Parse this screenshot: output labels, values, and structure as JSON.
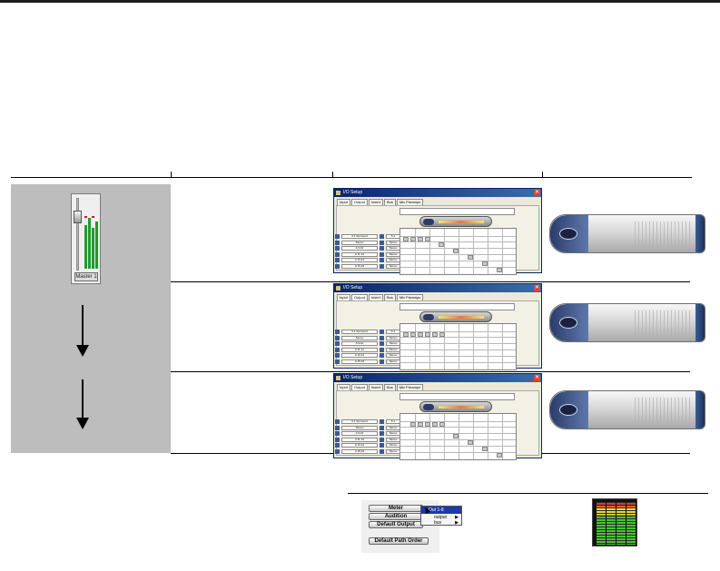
{
  "io_setup": {
    "title": "I/O Setup",
    "tabs": [
      "Input",
      "Output",
      "Insert",
      "Bus",
      "Mic Preamps"
    ],
    "rows": [
      {
        "name": "5.1 Surround",
        "format": "5.1"
      },
      {
        "name": "Stereo",
        "format": "Stereo"
      },
      {
        "name": "A 9-10",
        "format": "Stereo"
      },
      {
        "name": "A 11-12",
        "format": "Stereo"
      },
      {
        "name": "A 13-14",
        "format": "Stereo"
      },
      {
        "name": "A 15-16",
        "format": "Stereo"
      }
    ]
  },
  "fader": {
    "label": "Master 1"
  },
  "menu": {
    "items": [
      "Meter",
      "Audition",
      "Default Output"
    ],
    "path_order": "Default Path Order",
    "popup_selected": "Out 1-8",
    "popup_items": [
      "output",
      "bus"
    ]
  },
  "colors": {
    "gray_panel": "#bdbdbd",
    "popup_highlight": "#1e3aa8"
  },
  "icons": [
    "down-arrow-icon",
    "down-arrow-icon",
    "cursor-icon",
    "meter-icon"
  ]
}
